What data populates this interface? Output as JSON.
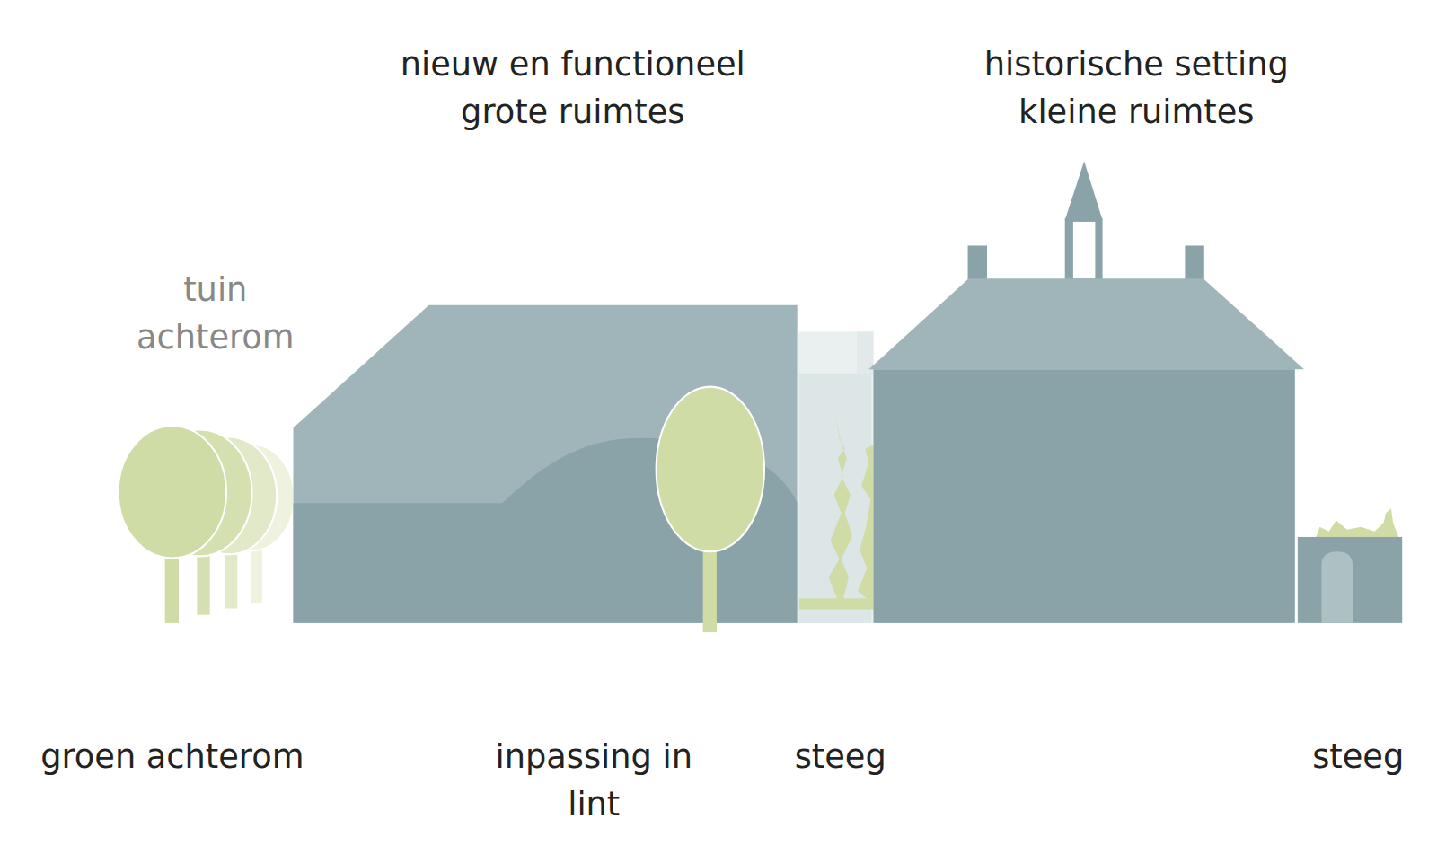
{
  "diagram": {
    "labels": [
      "nieuw en functioneel grote ruimtes",
      "historische setting kleine ruimtes",
      "tuin achterom",
      "groen achterom",
      "inpassing in lint",
      "steeg",
      "steeg"
    ]
  }
}
